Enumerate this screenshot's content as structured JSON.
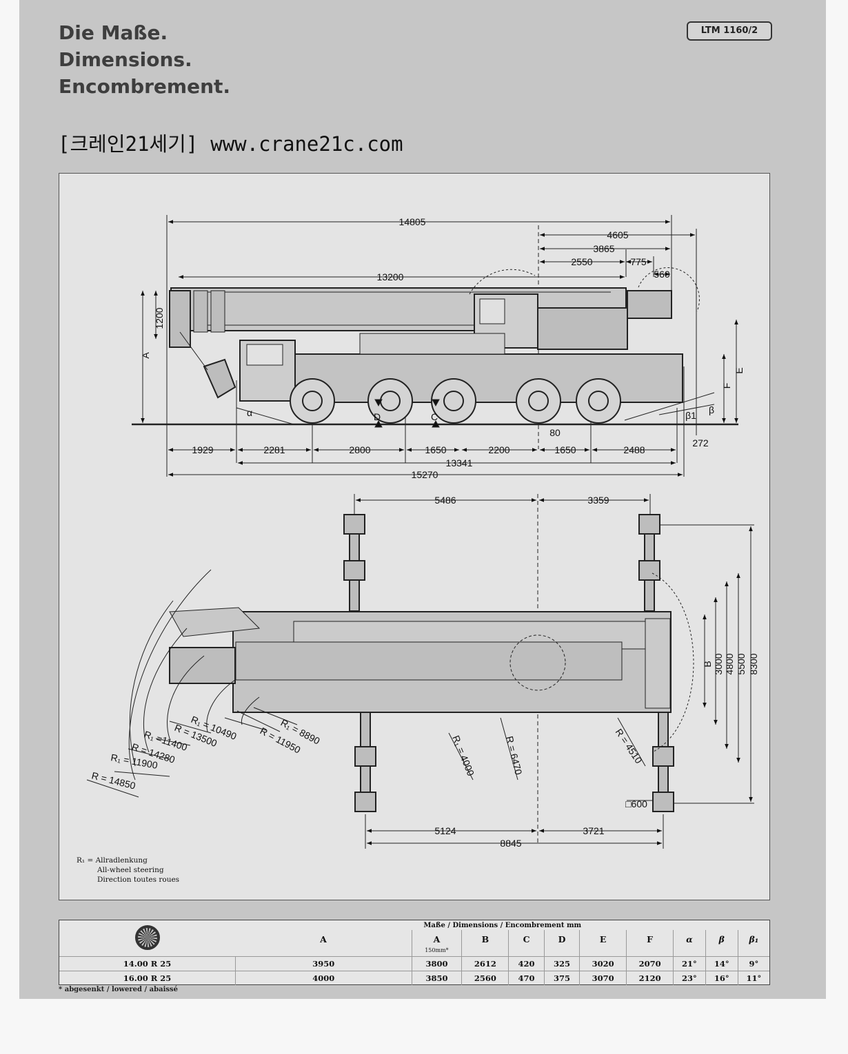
{
  "header": {
    "title_de": "Die Maße.",
    "title_en": "Dimensions.",
    "title_fr": "Encombrement.",
    "model": "LTM 1160/2",
    "korean_brand": "[크레인21세기]",
    "website": "www.crane21c.com"
  },
  "side_view": {
    "overall_length_boom": "14805",
    "rear_4605": "4605",
    "rear_3865": "3865",
    "rear_2550": "2550",
    "rear_775": "775",
    "rear_560": "560",
    "boom_13200": "13200",
    "height_1200": "1200",
    "label_A": "A",
    "label_E": "E",
    "label_F": "F",
    "label_alpha": "α",
    "label_beta": "β",
    "label_beta1": "β1",
    "label_C": "C",
    "label_D": "D",
    "offset_80": "80",
    "overhang_272": "272",
    "axle_1929": "1929",
    "axle_2281": "2281",
    "axle_2800": "2800",
    "axle_1650a": "1650",
    "axle_2200": "2200",
    "axle_1650b": "1650",
    "axle_2488": "2488",
    "wheelbase_13341": "13341",
    "overall_15270": "15270"
  },
  "top_view": {
    "outrigger_5486": "5486",
    "outrigger_3359": "3359",
    "outrigger_5124": "5124",
    "outrigger_3721": "3721",
    "outrigger_8845": "8845",
    "width_label_B": "B",
    "width_3000": "3000",
    "width_4800": "4800",
    "width_5500": "5500",
    "width_8300": "8300",
    "pad_600": "□600",
    "radii": {
      "r1_8890": "R₁ = 8890",
      "r_11950": "R = 11950",
      "r1_10490": "R₁ = 10490",
      "r_13500": "R = 13500",
      "r1_11400": "R₁ =11400",
      "r_14280": "R = 14280",
      "r1_11900": "R₁ = 11900",
      "r_14850": "R = 14850",
      "r1_4000": "R₁ = 4000",
      "r_6470": "R = 6470",
      "r_4510": "R = 4510"
    }
  },
  "legend": {
    "symbol": "R₁ = Allradlenkung",
    "en": "All-wheel steering",
    "fr": "Direction toutes roues"
  },
  "spec_table": {
    "group_header": "Maße / Dimensions / Encombrement mm",
    "tyre_icon": "tyre-icon",
    "columns": [
      "A",
      "A",
      "B",
      "C",
      "D",
      "E",
      "F",
      "α",
      "β",
      "β₁"
    ],
    "a_sub": "150mm*",
    "rows": [
      {
        "tyre": "14.00 R 25",
        "values": [
          "3950",
          "3800",
          "2612",
          "420",
          "325",
          "3020",
          "2070",
          "21°",
          "14°",
          "9°"
        ]
      },
      {
        "tyre": "16.00 R 25",
        "values": [
          "4000",
          "3850",
          "2560",
          "470",
          "375",
          "3070",
          "2120",
          "23°",
          "16°",
          "11°"
        ]
      }
    ]
  },
  "footnote": "* abgesenkt / lowered / abaissé"
}
